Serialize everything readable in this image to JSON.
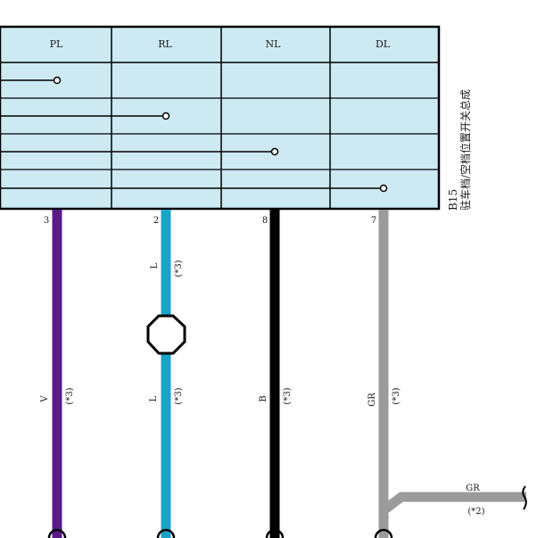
{
  "switch": {
    "id": "B15",
    "name": "驻车档/空档位置开关总成",
    "fill": "#cdeaf3",
    "columns": [
      "PL",
      "RL",
      "NL",
      "DL"
    ]
  },
  "pins": [
    "3",
    "2",
    "8",
    "7"
  ],
  "wires": [
    {
      "color_code": "V",
      "note": "(*3)",
      "hex": "#5a1a88"
    },
    {
      "color_code": "L",
      "note": "(*3)",
      "hex": "#1aa3c8"
    },
    {
      "color_code": "B",
      "note": "(*3)",
      "hex": "#000000"
    },
    {
      "color_code": "GR",
      "note": "(*3)",
      "hex": "#9b9b9b"
    }
  ],
  "upper_l": {
    "color_code": "L",
    "note": "(*3)"
  },
  "branch": {
    "color_code": "GR",
    "note": "(*2)"
  }
}
